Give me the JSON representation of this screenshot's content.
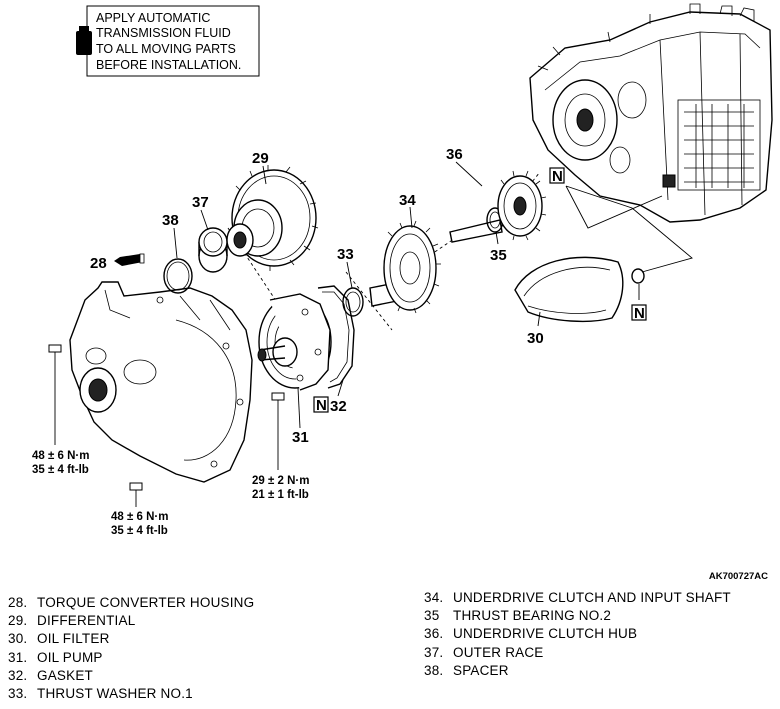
{
  "note": {
    "lines": [
      "APPLY AUTOMATIC",
      "TRANSMISSION FLUID",
      "TO ALL MOVING PARTS",
      "BEFORE INSTALLATION."
    ]
  },
  "figure_code": "AK700727AC",
  "callouts": {
    "c28": "28",
    "c29": "29",
    "c30": "30",
    "c31": "31",
    "c32": "32",
    "c33": "33",
    "c34": "34",
    "c35": "35",
    "c36": "36",
    "c37": "37",
    "c38": "38"
  },
  "new_part_symbol": "N",
  "torque": {
    "left": [
      "48 ± 6 N·m",
      "35 ± 4 ft-lb"
    ],
    "bottom": [
      "48 ± 6 N·m",
      "35 ± 4 ft-lb"
    ],
    "middle": [
      "29 ± 2 N·m",
      "21 ± 1 ft-lb"
    ]
  },
  "legend_left": [
    {
      "num": "28.",
      "label": "TORQUE CONVERTER HOUSING"
    },
    {
      "num": "29.",
      "label": "DIFFERENTIAL"
    },
    {
      "num": "30.",
      "label": "OIL FILTER"
    },
    {
      "num": "31.",
      "label": "OIL PUMP"
    },
    {
      "num": "32.",
      "label": "GASKET"
    },
    {
      "num": "33.",
      "label": "THRUST WASHER NO.1"
    }
  ],
  "legend_right": [
    {
      "num": "34.",
      "label": "UNDERDRIVE CLUTCH AND INPUT SHAFT"
    },
    {
      "num": "35",
      "label": "THRUST BEARING NO.2"
    },
    {
      "num": "36.",
      "label": "UNDERDRIVE CLUTCH HUB"
    },
    {
      "num": "37.",
      "label": "OUTER RACE"
    },
    {
      "num": "38.",
      "label": "SPACER"
    }
  ]
}
